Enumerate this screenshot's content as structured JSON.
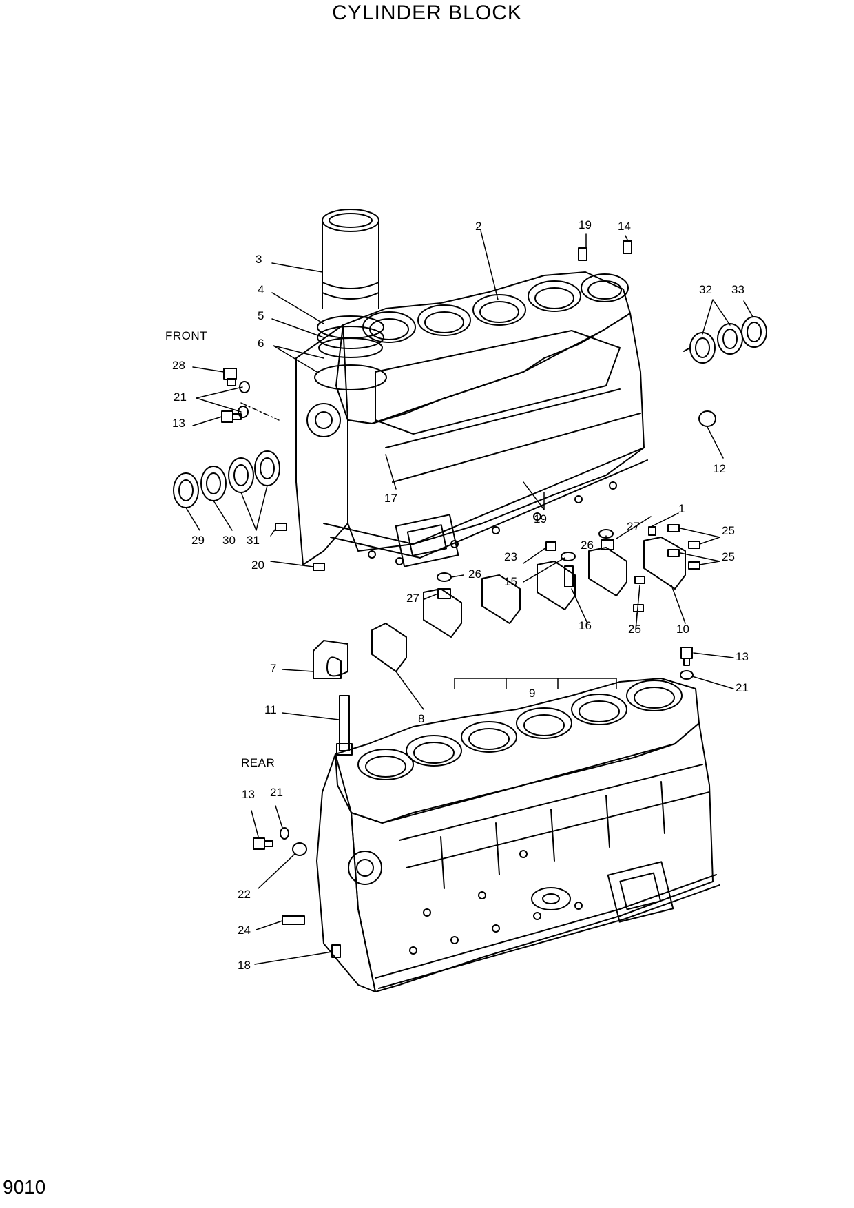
{
  "title": "CYLINDER BLOCK",
  "page_number": "9010",
  "notes": {
    "front": "FRONT",
    "rear": "REAR"
  },
  "callouts": {
    "c2": "2",
    "c19a": "19",
    "c14a": "14",
    "c3": "3",
    "c4": "4",
    "c5": "5",
    "c6": "6",
    "c32": "32",
    "c33": "33",
    "c28": "28",
    "c21a": "21",
    "c13a": "13",
    "c12": "12",
    "c17": "17",
    "c19b": "19",
    "c29": "29",
    "c30": "30",
    "c31": "31",
    "c1": "1",
    "c27a": "27",
    "c25a": "25",
    "c26a": "26",
    "c25b": "25",
    "c20": "20",
    "c23": "23",
    "c15": "15",
    "c26b": "26",
    "c27b": "27",
    "c16": "16",
    "c25c": "25",
    "c10": "10",
    "c13b": "13",
    "c7": "7",
    "c21b": "21",
    "c9": "9",
    "c8": "8",
    "c11": "11",
    "c13c": "13",
    "c21c": "21",
    "c22": "22",
    "c24": "24",
    "c18": "18"
  }
}
